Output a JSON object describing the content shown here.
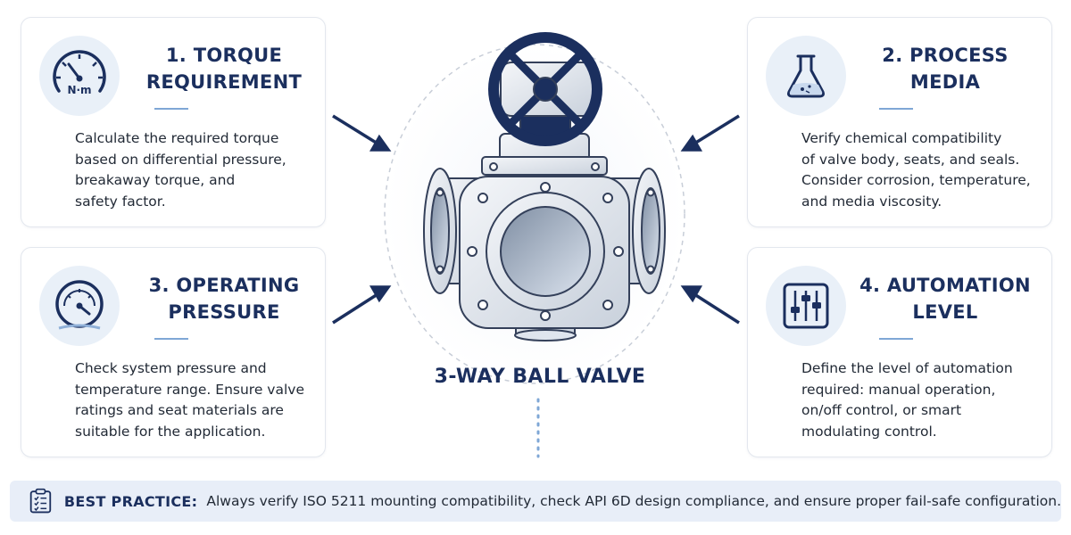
{
  "cards": [
    {
      "title_line1": "1. TORQUE",
      "title_line2": "REQUIREMENT",
      "icon": "torque-gauge-icon",
      "icon_text": "N·m",
      "desc": [
        "Calculate the required torque",
        "based on differential pressure,",
        "breakaway torque, and",
        "safety factor."
      ]
    },
    {
      "title_line1": "2. PROCESS",
      "title_line2": "MEDIA",
      "icon": "flask-icon",
      "desc": [
        "Verify chemical compatibility",
        "of valve body, seats, and seals.",
        "Consider corrosion, temperature,",
        "and media viscosity."
      ]
    },
    {
      "title_line1": "3. OPERATING",
      "title_line2": "PRESSURE",
      "icon": "pressure-gauge-icon",
      "desc": [
        "Check system pressure and",
        "temperature range. Ensure valve",
        "ratings and seat materials are",
        "suitable for the application."
      ]
    },
    {
      "title_line1": "4. AUTOMATION",
      "title_line2": "LEVEL",
      "icon": "sliders-icon",
      "desc": [
        "Define the level of automation",
        "required: manual operation,",
        "on/off control, or smart",
        "modulating control."
      ]
    }
  ],
  "center": {
    "label": "3-WAY BALL VALVE",
    "illustration": "three-way-ball-valve-icon"
  },
  "best_practice": {
    "icon": "clipboard-checklist-icon",
    "label": "BEST PRACTICE:",
    "text": "Always verify ISO 5211 mounting compatibility, check API 6D design compliance, and ensure proper fail-safe configuration."
  },
  "colors": {
    "navy": "#1b2f5e",
    "accent_line": "#7fa7d6",
    "icon_bg": "#e9f0f8",
    "banner_bg": "#e8eef8",
    "card_border": "#e3e7ee"
  }
}
